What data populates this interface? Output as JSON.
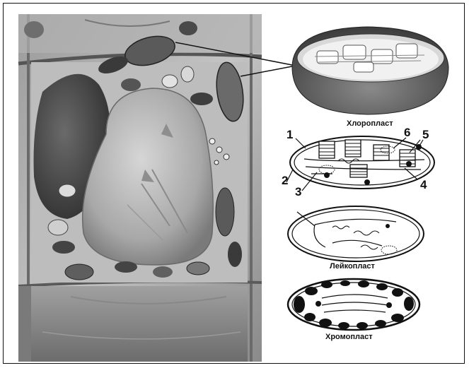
{
  "captions": {
    "chloroplast": "Хлоропласт",
    "leucoplast": "Лейкопласт",
    "chromoplast": "Хромопласт"
  },
  "numbers": {
    "n1": "1",
    "n2": "2",
    "n3": "3",
    "n4": "4",
    "n5": "5",
    "n6": "6"
  }
}
